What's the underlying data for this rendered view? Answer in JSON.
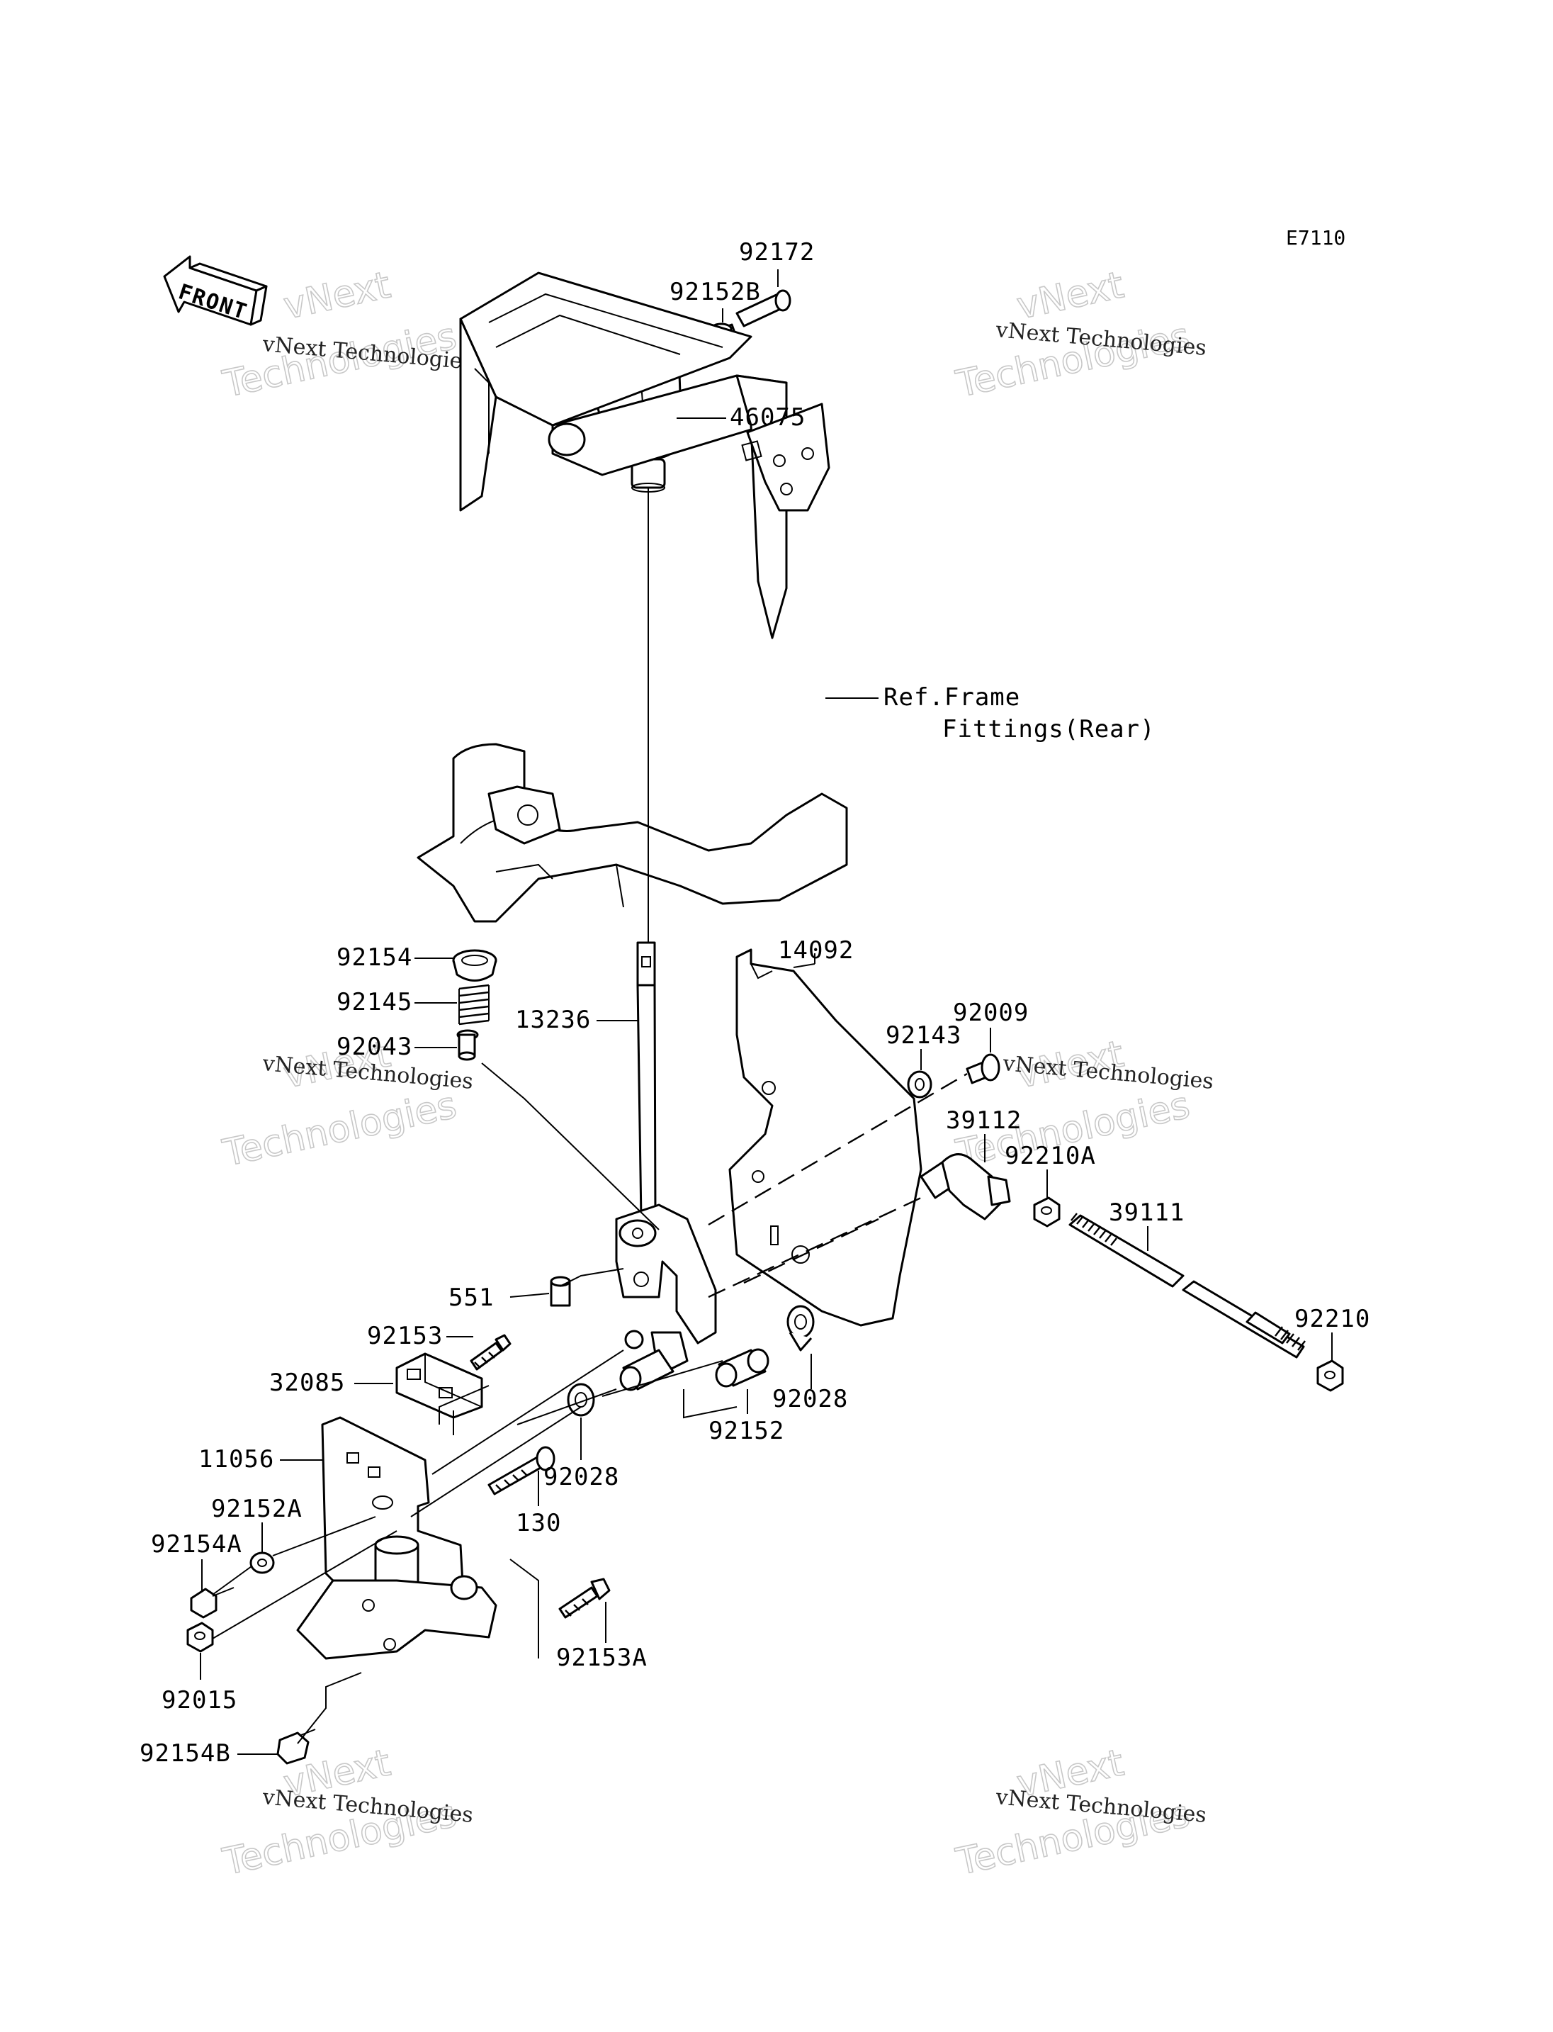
{
  "diagram_code": "E7110",
  "front_label": "FRONT",
  "ref_label_line1": "Ref.Frame",
  "ref_label_line2": "Fittings(Rear)",
  "watermark_small": "vNext Technologies",
  "watermark_big_1": "vNext",
  "watermark_big_2": "Technologies",
  "parts": {
    "p92172": "92172",
    "p92152B": "92152B",
    "p46075": "46075",
    "p14092": "14092",
    "p92154": "92154",
    "p92145": "92145",
    "p92043": "92043",
    "p13236": "13236",
    "p92009": "92009",
    "p92143": "92143",
    "p39112": "39112",
    "p92210A": "92210A",
    "p39111": "39111",
    "p92210": "92210",
    "p551": "551",
    "p92153": "92153",
    "p32085": "32085",
    "p92028a": "92028",
    "p92152": "92152",
    "p92028b": "92028",
    "p11056": "11056",
    "p130": "130",
    "p92152A": "92152A",
    "p92154A": "92154A",
    "p92015": "92015",
    "p92153A": "92153A",
    "p92154B": "92154B"
  }
}
